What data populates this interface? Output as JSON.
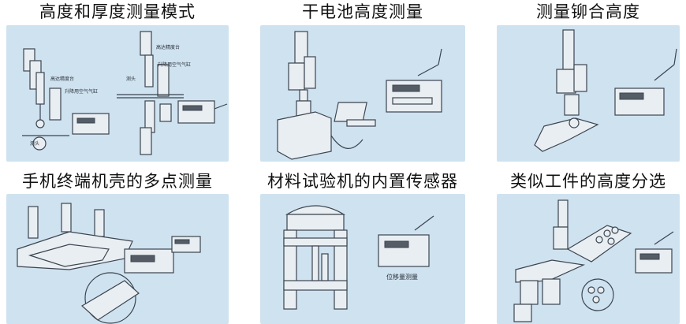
{
  "panels": [
    {
      "caption": "高度和厚度测量模式",
      "labels": {
        "a": "高达精度台",
        "b": "升降用空气气缸",
        "c": "高达精度台",
        "d": "升降用空气气缸",
        "e": "测头",
        "f": "测头"
      }
    },
    {
      "caption": "干电池高度测量"
    },
    {
      "caption": "测量铆合高度"
    },
    {
      "caption": "手机终端机壳的多点测量"
    },
    {
      "caption": "材料试验机的内置传感器",
      "labels": {
        "a": "位移量测量"
      }
    },
    {
      "caption": "类似工件的高度分选"
    }
  ]
}
